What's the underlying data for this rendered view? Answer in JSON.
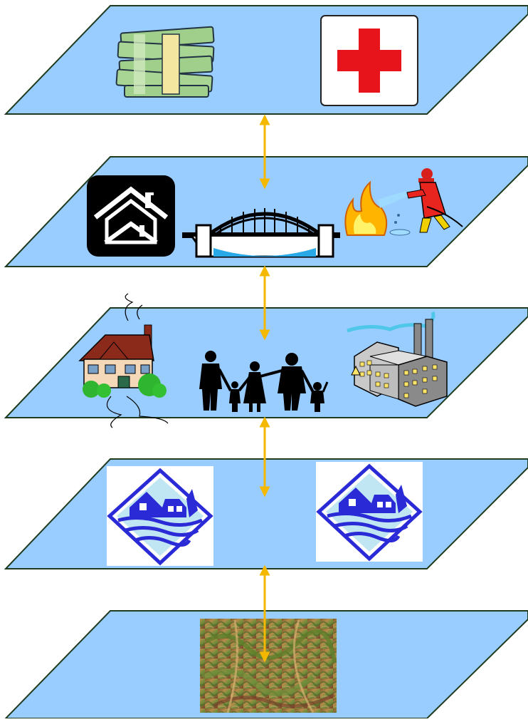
{
  "colors": {
    "layer_fill": "#99ccff",
    "layer_stroke": "#1f3b1f",
    "connector": "#f5b800",
    "health_cross": "#e8141b",
    "money_green": "#9fcf8a",
    "flood_blue": "#2a2ad6",
    "house_roof": "#8b2a1a"
  },
  "layers": [
    {
      "level": 1,
      "name": "economy-services-layer",
      "icons": [
        "money-stack-icon",
        "red-cross-icon"
      ]
    },
    {
      "level": 2,
      "name": "infrastructure-layer",
      "icons": [
        "house-sign-icon",
        "bridge-icon",
        "firefighter-icon"
      ]
    },
    {
      "level": 3,
      "name": "community-layer",
      "icons": [
        "house-icon",
        "family-icon",
        "factory-icon"
      ]
    },
    {
      "level": 4,
      "name": "flood-hazard-layer",
      "icons": [
        "flood-house-icon",
        "flood-house-icon"
      ]
    },
    {
      "level": 5,
      "name": "terrain-layer",
      "icons": [
        "terrain-map-icon"
      ]
    }
  ],
  "connectors": [
    {
      "from": 1,
      "to": 2,
      "direction": "bidirectional"
    },
    {
      "from": 2,
      "to": 3,
      "direction": "bidirectional"
    },
    {
      "from": 3,
      "to": 4,
      "direction": "bidirectional"
    },
    {
      "from": 4,
      "to": 5,
      "direction": "bidirectional"
    }
  ]
}
